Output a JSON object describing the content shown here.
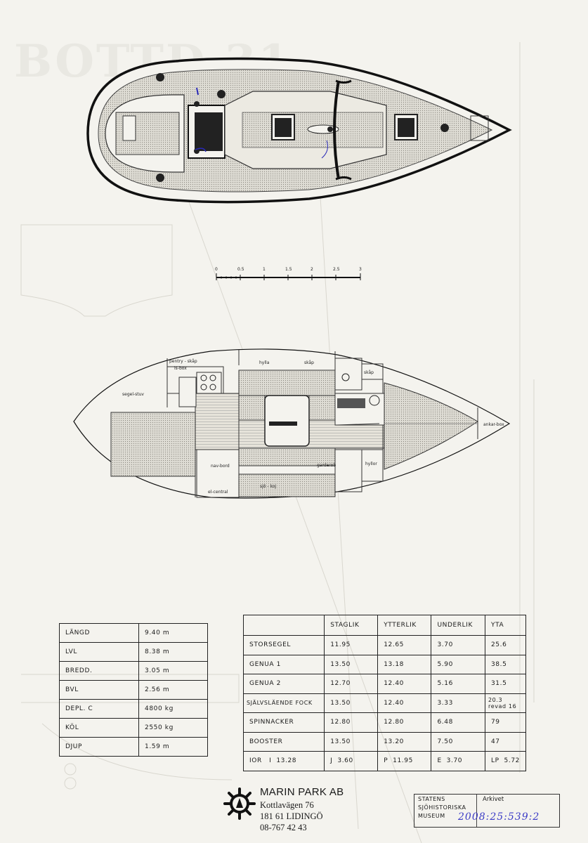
{
  "drawing": {
    "scale_labels": [
      "0",
      "0.5",
      "1",
      "1.5",
      "2",
      "2.5",
      "3"
    ],
    "room_labels": {
      "pentry": "pentry - skåp",
      "isbox": "is-box",
      "hylla": "hylla",
      "skap_top": "skåp",
      "skap_right": "skåp",
      "segelstuv": "segel-stuv",
      "ankarbox": "ankar-box",
      "navbord": "nav-bord",
      "garderob": "garderob",
      "hyllor": "hyllor",
      "sjokoj": "sjö - koj",
      "elcentral": "el-central"
    }
  },
  "dimensions": [
    {
      "label": "LÄNGD",
      "value": "9.40 m"
    },
    {
      "label": "LVL",
      "value": "8.38 m"
    },
    {
      "label": "BREDD.",
      "value": "3.05 m"
    },
    {
      "label": "BVL",
      "value": "2.56 m"
    },
    {
      "label": "DEPL. C",
      "value": "4800 kg"
    },
    {
      "label": "KÖL",
      "value": "2550 kg"
    },
    {
      "label": "DJUP",
      "value": "1.59 m"
    }
  ],
  "rig": {
    "headers": [
      "",
      "STAGLIK",
      "YTTERLIK",
      "UNDERLIK",
      "YTA"
    ],
    "rows": [
      [
        "STORSEGEL",
        "11.95",
        "12.65",
        "3.70",
        "25.6"
      ],
      [
        "GENUA 1",
        "13.50",
        "13.18",
        "5.90",
        "38.5"
      ],
      [
        "GENUA 2",
        "12.70",
        "12.40",
        "5.16",
        "31.5"
      ],
      [
        "SJÄLVSLÄENDE FOCK",
        "13.50",
        "12.40",
        "3.33",
        "20.3 revad 16"
      ],
      [
        "SPINNACKER",
        "12.80",
        "12.80",
        "6.48",
        "79"
      ],
      [
        "BOOSTER",
        "13.50",
        "13.20",
        "7.50",
        "47"
      ],
      [
        "IOR   I  13.28",
        "J  3.60",
        "P  11.95",
        "E  3.70",
        "LP  5.72"
      ]
    ]
  },
  "company": {
    "name": "MARIN PARK AB",
    "street": "Kottlavägen 76",
    "city": "181 61 LIDINGÖ",
    "phone": "08-767 42 43"
  },
  "stamp": {
    "line1": "STATENS",
    "line2": "SJÖHISTORISKA",
    "line3": "MUSEUM",
    "archive": "Arkivet",
    "number": "2008:25:539:2"
  }
}
